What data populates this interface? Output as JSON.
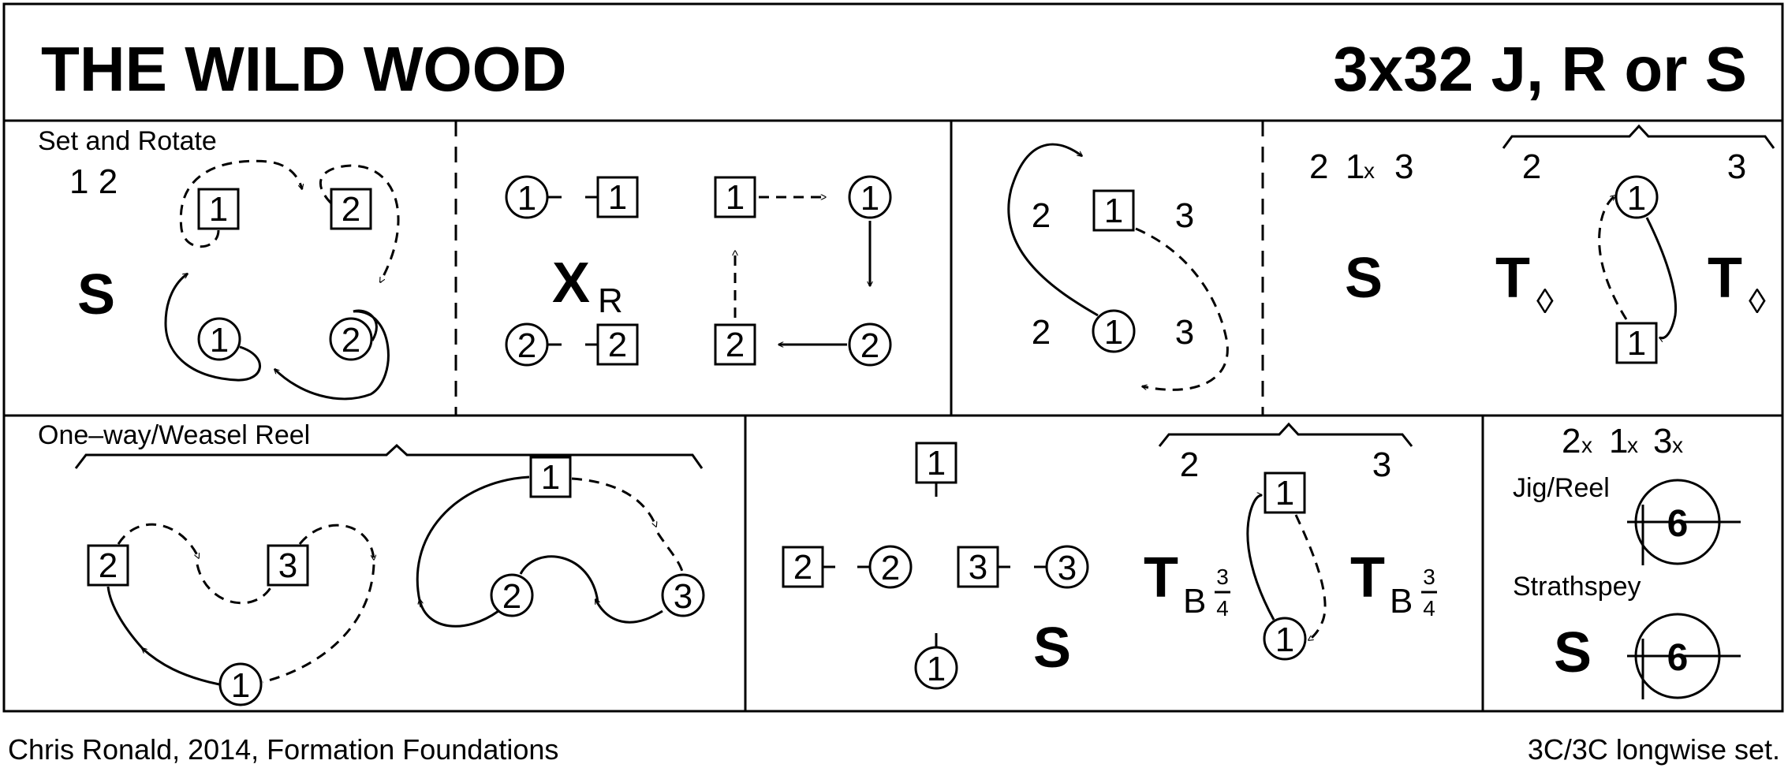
{
  "title": "THE WILD WOOD",
  "dance_type": "3x32 J, R or S",
  "footer": {
    "credit": "Chris Ronald, 2014, Formation Foundations",
    "set_info": "3C/3C longwise set."
  },
  "panels": {
    "set_and_rotate": {
      "caption": "Set and Rotate",
      "order": "1 2",
      "step": "S",
      "square_1": "1",
      "square_2": "2",
      "circle_1": "1",
      "circle_2": "2"
    },
    "cross": {
      "step": "X",
      "subscript": "R",
      "c1a": "1",
      "s1a": "1",
      "c2a": "2",
      "s2a": "2",
      "s1b": "1",
      "c1b": "1",
      "s2b": "2",
      "c2b": "2"
    },
    "cast": {
      "top_left": "2",
      "top_sq": "1",
      "top_right": "3",
      "bot_left": "2",
      "bot_circle": "1",
      "bot_right": "3"
    },
    "turns": {
      "order_a": "2",
      "order_b": "1",
      "order_b_x": "x",
      "order_c": "3",
      "step_set": "S",
      "brace_left": "2",
      "brace_right": "3",
      "turn_left": "T",
      "turn_right": "T",
      "diamond_left": "◊",
      "diamond_right": "◊",
      "circle_1": "1",
      "square_1": "1"
    },
    "reel": {
      "caption": "One–way/Weasel Reel",
      "sq_2": "2",
      "sq_3": "3",
      "circle_1": "1",
      "top_sq_1": "1",
      "circle_2": "2",
      "circle_3": "3"
    },
    "finish": {
      "sq_top": "1",
      "sq_2": "2",
      "c_2": "2",
      "sq_3": "3",
      "c_3": "3",
      "c_bottom": "1",
      "step_set": "S",
      "brace_left": "2",
      "brace_right": "3",
      "turn_left": "T",
      "turn_right": "T",
      "b_left": "B",
      "b_right": "B",
      "frac_num": "3",
      "frac_den": "4",
      "sq_1": "1",
      "circle_1": "1"
    },
    "repeat": {
      "order_2": "2",
      "order_1": "1",
      "order_3": "3",
      "x_mark": "x",
      "jig_label": "Jig/Reel",
      "jig_count": "6",
      "strathspey_label": "Strathspey",
      "strathspey_step": "S",
      "strathspey_count": "6"
    }
  }
}
